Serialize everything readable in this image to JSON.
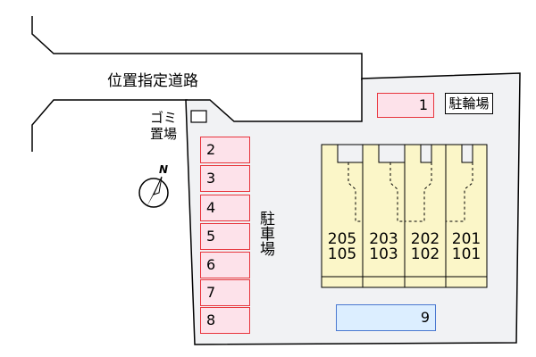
{
  "road_label": "位置指定道路",
  "garbage": {
    "line1": "ゴミ",
    "line2": "置場"
  },
  "bicycle_parking": "駐輪場",
  "parking_label": "駐車場",
  "parking_spaces": [
    "1",
    "2",
    "3",
    "4",
    "5",
    "6",
    "7",
    "8",
    "9"
  ],
  "units": [
    {
      "upper": "205",
      "lower": "105"
    },
    {
      "upper": "203",
      "lower": "103"
    },
    {
      "upper": "202",
      "lower": "102"
    },
    {
      "upper": "201",
      "lower": "101"
    }
  ],
  "compass_letter": "N",
  "colors": {
    "site_fill": "#f1f2f4",
    "parking_fill": "#fde2ea",
    "parking_border": "#e8343c",
    "building_fill": "#fbf6c8",
    "space9_fill": "#dceeff",
    "space9_border": "#4a78d0"
  }
}
